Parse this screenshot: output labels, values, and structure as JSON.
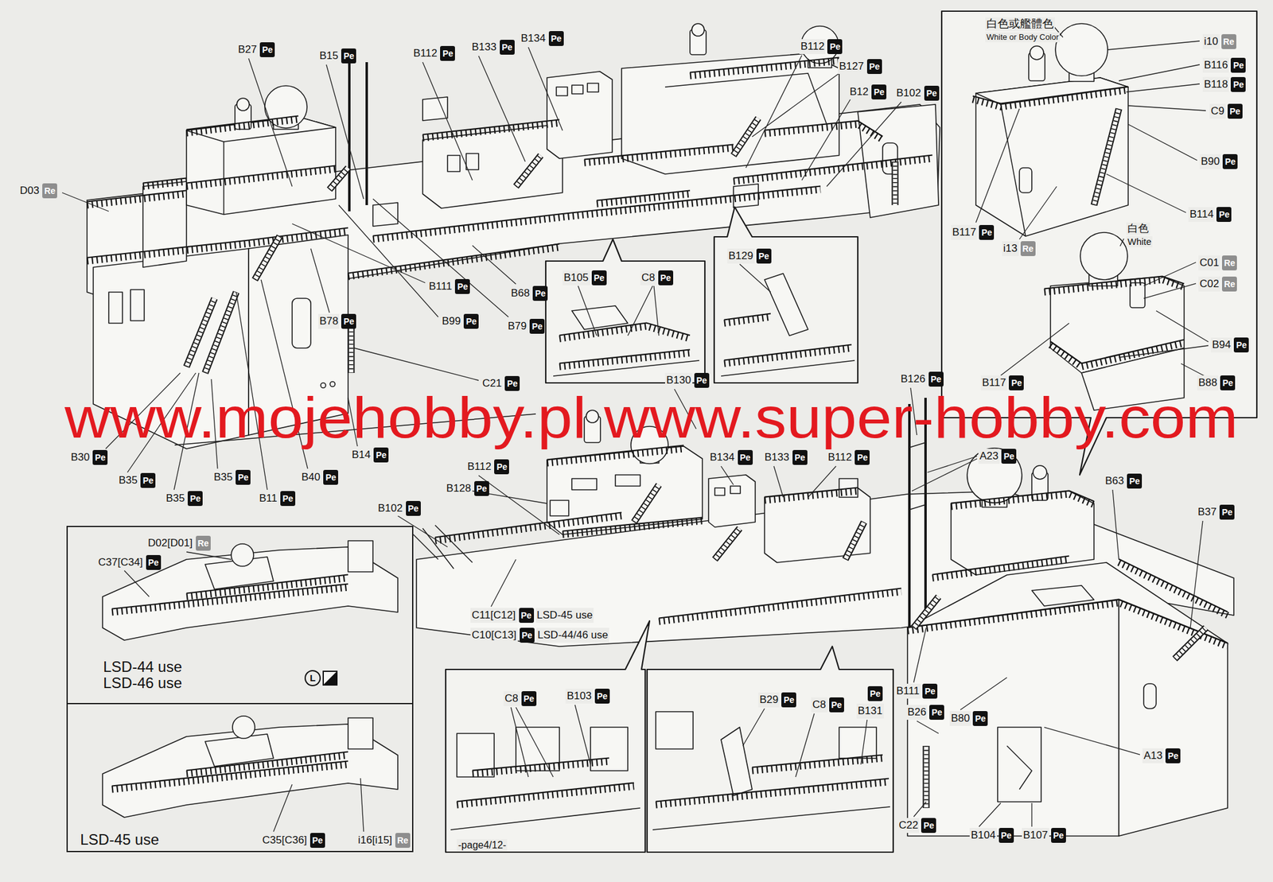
{
  "diagram": {
    "nodes": [
      {
        "text": [
          "LSD-44 use LSD-46 use"
        ]
      },
      {
        "text": [
          "LSD-45 use"
        ]
      }
    ],
    "labels": [
      "B27",
      "Pe",
      "B15",
      "Pe",
      "B112",
      "Pe",
      "B133",
      "Pe",
      "B134",
      "Pe",
      "B112",
      "Pe",
      "B127",
      "Pe",
      "B12",
      "Pe",
      "B102",
      "Pe",
      "D03",
      "Re",
      "B111",
      "Pe",
      "B68",
      "Pe",
      "B99",
      "Pe",
      "B79",
      "Pe",
      "B78",
      "Pe",
      "C21",
      "Pe",
      "B105",
      "Pe",
      "C8",
      "Pe",
      "B129",
      "Pe",
      "B30",
      "Pe",
      "B35",
      "Pe",
      "B35",
      "Pe",
      "B35",
      "Pe",
      "B11",
      "Pe",
      "B40",
      "Pe",
      "B14",
      "Pe",
      "白色或艦體色",
      "White or Body Color",
      "i10",
      "Re",
      "B116",
      "Pe",
      "B118",
      "Pe",
      "C9",
      "Pe",
      "B90",
      "Pe",
      "B114",
      "Pe",
      "B117",
      "Pe",
      "i13",
      "Re",
      "白色",
      "White",
      "C01",
      "Re",
      "C02",
      "Re",
      "B94",
      "Pe",
      "B117",
      "Pe",
      "B88",
      "Pe",
      "www.mojehobby.pl www.super-hobby.com",
      "B126",
      "Pe",
      "B130",
      "Pe",
      "B134",
      "Pe",
      "B133",
      "Pe",
      "B112",
      "Pe",
      "A23",
      "Pe",
      "B112",
      "Pe",
      "B128",
      "Pe",
      "B102",
      "Pe",
      "B63",
      "Pe",
      "B37",
      "Pe",
      "C11[C12]",
      "Pe",
      "LSD-45 use",
      "C10[C13]",
      "Pe",
      "LSD-44/46 use",
      "D02[D01]",
      "Re",
      "C37[C34]",
      "Pe",
      "L",
      "C35[C36]",
      "Pe",
      "i16[i15]",
      "Re",
      "C8",
      "Pe",
      "B103",
      "Pe",
      "B29",
      "Pe",
      "C8",
      "Pe",
      "Pe",
      "B131",
      "B111",
      "Pe",
      "B26",
      "Pe",
      "B80",
      "Pe",
      "A13",
      "Pe",
      "C22",
      "Pe",
      "B104",
      "Pe",
      "B107",
      "Pe",
      "-page4/12-"
    ]
  }
}
